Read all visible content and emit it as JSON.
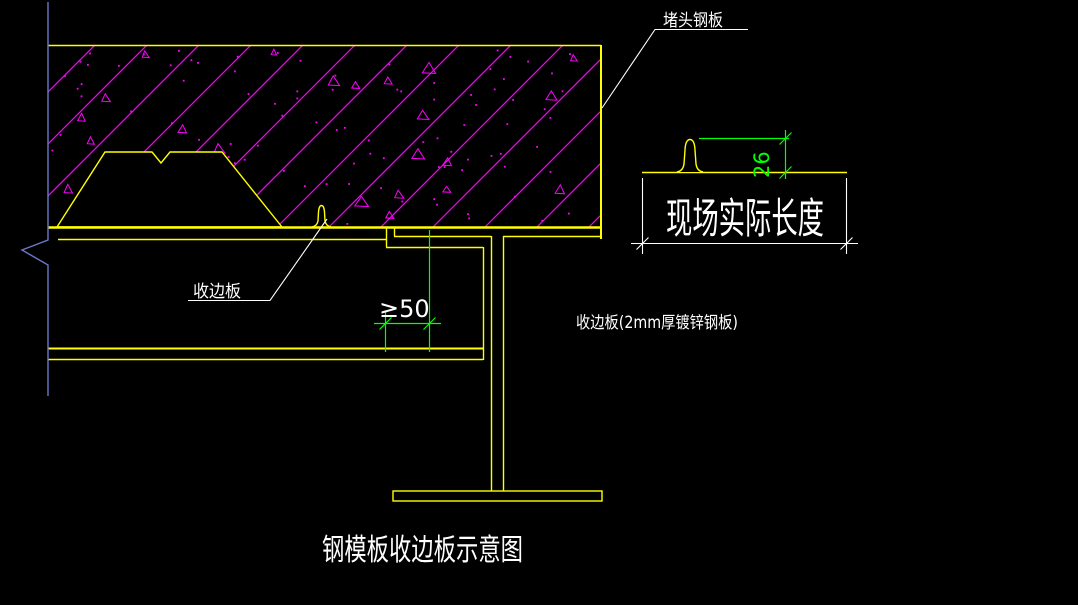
{
  "drawing": {
    "title": "钢模板收边板示意图",
    "labels": {
      "plug_plate": "堵头钢板",
      "edge_plate": "收边板",
      "edge_plate_spec": "收边板(2mm厚镀锌钢板)",
      "site_length": "现场实际长度"
    },
    "dimensions": {
      "web_offset_min": "≥50",
      "bump_height": "26"
    },
    "colors": {
      "background": "#000000",
      "geometry": "#ffff00",
      "hatch": "#ff00ff",
      "dimension": "#00ff00",
      "annotation": "#ffffff",
      "break_line": "#6a79c9"
    }
  }
}
